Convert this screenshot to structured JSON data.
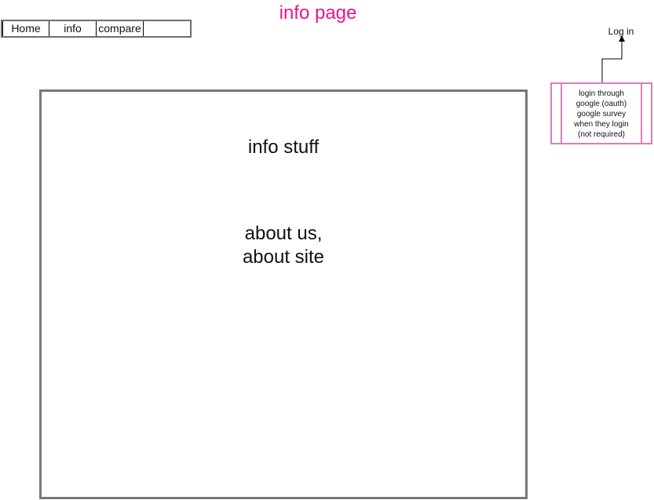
{
  "page_title": "info page",
  "nav": {
    "items": [
      {
        "label": "Home"
      },
      {
        "label": "info"
      },
      {
        "label": "compare"
      }
    ]
  },
  "login": {
    "label": "Log in",
    "note": "login through\ngoogle (oauth)\ngoogle survey\nwhen they login\n(not required)"
  },
  "main": {
    "heading": "info stuff",
    "body": "about us,\nabout site"
  },
  "colors": {
    "title": "#e8168c",
    "note_border": "#d97fba",
    "panel_border": "#777777",
    "nav_border": "#6e6e6e"
  }
}
